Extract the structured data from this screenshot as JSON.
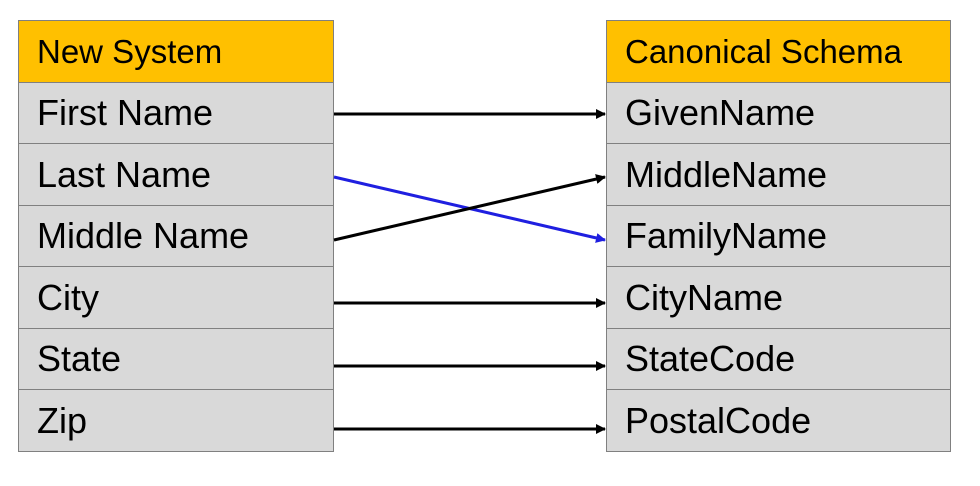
{
  "left_table": {
    "header": "New System",
    "rows": [
      "First Name",
      "Last Name",
      "Middle Name",
      "City",
      "State",
      "Zip"
    ]
  },
  "right_table": {
    "header": "Canonical Schema",
    "rows": [
      "GivenName",
      "MiddleName",
      "FamilyName",
      "CityName",
      "StateCode",
      "PostalCode"
    ]
  },
  "mappings": [
    {
      "from": "First Name",
      "to": "GivenName",
      "color": "#000000"
    },
    {
      "from": "Last Name",
      "to": "FamilyName",
      "color": "#1f1fe0"
    },
    {
      "from": "Middle Name",
      "to": "MiddleName",
      "color": "#000000"
    },
    {
      "from": "City",
      "to": "CityName",
      "color": "#000000"
    },
    {
      "from": "State",
      "to": "StateCode",
      "color": "#000000"
    },
    {
      "from": "Zip",
      "to": "PostalCode",
      "color": "#000000"
    }
  ],
  "colors": {
    "header_fill": "#ffc000",
    "row_fill": "#d9d9d9",
    "border": "#808080"
  }
}
